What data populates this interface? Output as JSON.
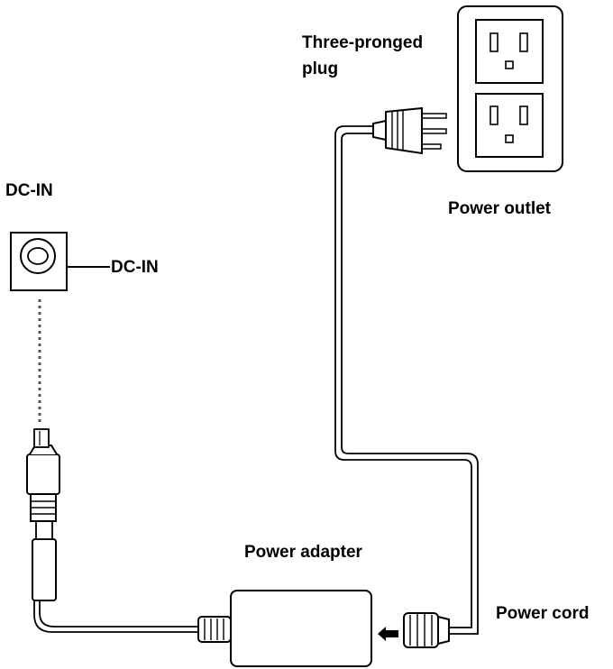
{
  "labels": {
    "dcin_title": "DC-IN",
    "dcin_port": "DC-IN",
    "three_pronged_line1": "Three-pronged",
    "three_pronged_line2": "plug",
    "power_outlet": "Power outlet",
    "power_cord": "Power cord",
    "power_adapter": "Power adapter"
  },
  "colors": {
    "stroke": "#000000",
    "fill": "#ffffff",
    "dots": "#555555"
  }
}
